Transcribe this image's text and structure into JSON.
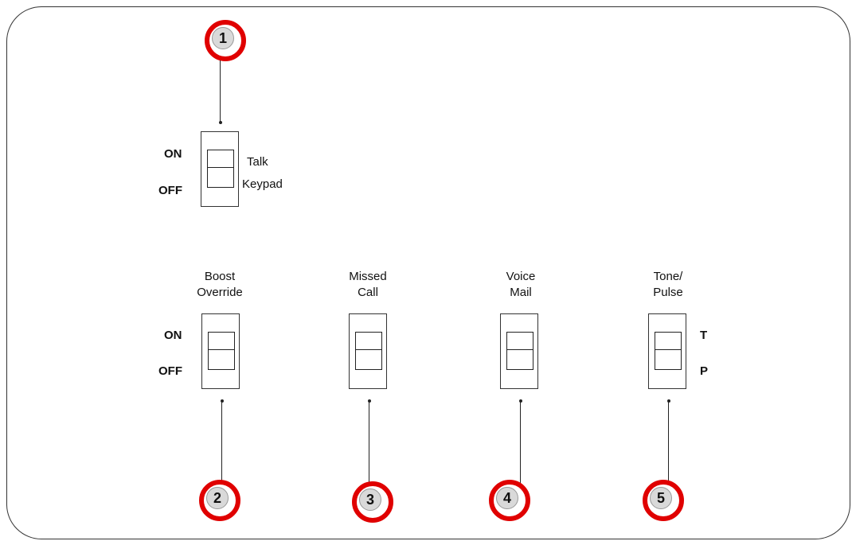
{
  "switches": {
    "talk": {
      "label_line1": "Talk",
      "label_line2": "Keypad",
      "top": "ON",
      "bottom": "OFF",
      "callout": "1"
    },
    "boost": {
      "label_line1": "Boost",
      "label_line2": "Override",
      "top": "ON",
      "bottom": "OFF",
      "callout": "2"
    },
    "missed": {
      "label_line1": "Missed",
      "label_line2": "Call",
      "callout": "3"
    },
    "voice": {
      "label_line1": "Voice",
      "label_line2": "Mail",
      "callout": "4"
    },
    "tone": {
      "label_line1": "Tone/",
      "label_line2": "Pulse",
      "top": "T",
      "bottom": "P",
      "callout": "5"
    }
  },
  "colors": {
    "callout_ring": "#e00000",
    "line": "#222222"
  }
}
